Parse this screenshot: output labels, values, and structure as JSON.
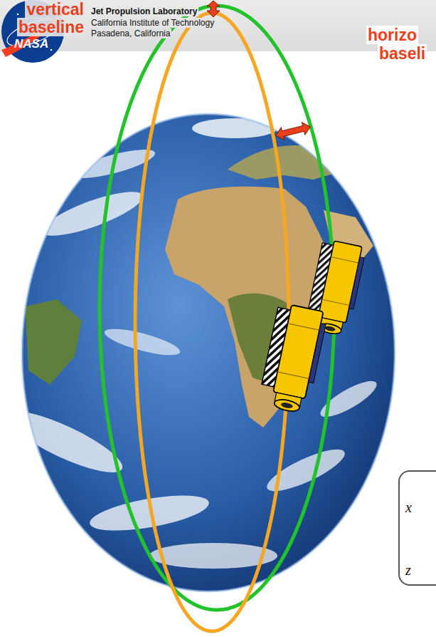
{
  "diagram": {
    "nodes": [
      {
        "text": [
          "x",
          "z"
        ]
      }
    ],
    "labels": [
      "vertical baseline",
      "NASA",
      "Jet Propulsion Laboratory",
      "California Institute of Technology",
      "Pasadena, California",
      "horizo baseli"
    ]
  }
}
